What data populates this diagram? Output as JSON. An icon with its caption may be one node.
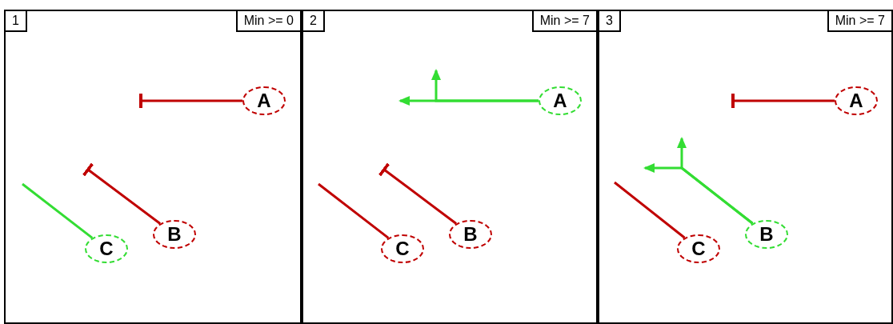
{
  "diagram": {
    "nodes": [
      {
        "text": [
          "1",
          "Min >= 0"
        ]
      },
      {
        "text": [
          "A"
        ],
        "in": 0
      },
      {
        "text": [
          "B"
        ],
        "in": 0
      },
      {
        "text": [
          "C"
        ],
        "in": 0
      },
      {
        "text": [
          "2",
          "Min >= 7"
        ]
      },
      {
        "text": [
          "A"
        ],
        "in": 4
      },
      {
        "text": [
          "B"
        ],
        "in": 4
      },
      {
        "text": [
          "C"
        ],
        "in": 4
      },
      {
        "text": [
          "3",
          "Min >= 7"
        ]
      },
      {
        "text": [
          "A"
        ],
        "in": 8
      },
      {
        "text": [
          "B"
        ],
        "in": 8
      },
      {
        "text": [
          "C"
        ],
        "in": 8
      }
    ],
    "edges": [
      {
        "from": null,
        "to": 1,
        "arrow": "other"
      },
      {
        "from": null,
        "to": 2,
        "arrow": "other"
      },
      {
        "from": 3,
        "to": null,
        "arrow": "none",
        "color": "#33dd33"
      },
      {
        "from": 5,
        "to": null,
        "arrow": "to",
        "color": "#33dd33"
      },
      {
        "from": 5,
        "to": null,
        "arrow": "to",
        "color": "#33dd33"
      },
      {
        "from": null,
        "to": 6,
        "arrow": "other"
      },
      {
        "from": 7,
        "to": null,
        "arrow": "none"
      },
      {
        "from": null,
        "to": 9,
        "arrow": "other"
      },
      {
        "from": 10,
        "to": null,
        "arrow": "to",
        "color": "#33dd33"
      },
      {
        "from": 10,
        "to": null,
        "arrow": "to",
        "color": "#33dd33"
      },
      {
        "from": 11,
        "to": null,
        "arrow": "none"
      }
    ]
  }
}
